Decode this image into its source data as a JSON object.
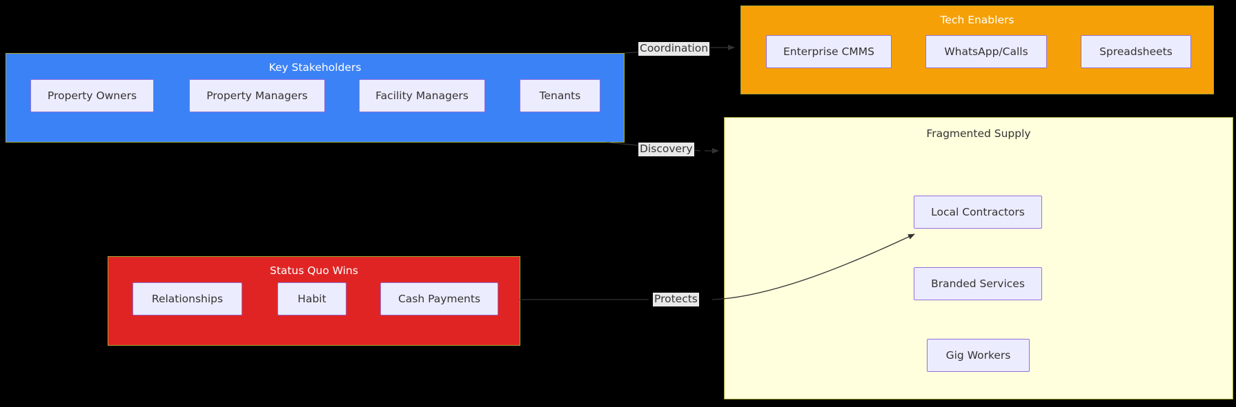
{
  "diagram": {
    "type": "flowchart",
    "background": "#000000",
    "clusters": [
      {
        "id": "stakeholders",
        "title": "Key Stakeholders",
        "fill": "#3b82f6",
        "border": "#aaaa33",
        "title_color": "#ffffff",
        "nodes": [
          {
            "id": "property-owners",
            "label": "Property Owners"
          },
          {
            "id": "property-managers",
            "label": "Property Managers"
          },
          {
            "id": "facility-managers",
            "label": "Facility Managers"
          },
          {
            "id": "tenants",
            "label": "Tenants"
          }
        ]
      },
      {
        "id": "tech",
        "title": "Tech Enablers",
        "fill": "#f5a007",
        "border": "#aaaa33",
        "title_color": "#ffffff",
        "nodes": [
          {
            "id": "enterprise-cmms",
            "label": "Enterprise CMMS"
          },
          {
            "id": "whatsapp-calls",
            "label": "WhatsApp/Calls"
          },
          {
            "id": "spreadsheets",
            "label": "Spreadsheets"
          }
        ]
      },
      {
        "id": "supply",
        "title": "Fragmented Supply",
        "fill": "#ffffdd",
        "border": "#aaaa33",
        "title_color": "#333333",
        "nodes": [
          {
            "id": "local-contractors",
            "label": "Local Contractors"
          },
          {
            "id": "branded-services",
            "label": "Branded Services"
          },
          {
            "id": "gig-workers",
            "label": "Gig Workers"
          }
        ]
      },
      {
        "id": "statusquo",
        "title": "Status Quo Wins",
        "fill": "#e02424",
        "border": "#aaaa33",
        "title_color": "#ffffff",
        "nodes": [
          {
            "id": "relationships",
            "label": "Relationships"
          },
          {
            "id": "habit",
            "label": "Habit"
          },
          {
            "id": "cash-payments",
            "label": "Cash Payments"
          }
        ]
      }
    ],
    "node_style": {
      "fill": "#ececff",
      "border": "#9370db",
      "text_color": "#333333"
    },
    "edges": [
      {
        "id": "coordination",
        "label": "Coordination",
        "from": "stakeholders",
        "to": "tech",
        "label_bg": "#e8e8e8",
        "stroke": "#333333",
        "arrow": true
      },
      {
        "id": "discovery",
        "label": "Discovery",
        "from": "stakeholders",
        "to": "supply",
        "label_bg": "#e8e8e8",
        "stroke": "#333333",
        "arrow": true
      },
      {
        "id": "protects",
        "label": "Protects",
        "from": "cash-payments",
        "to": "local-contractors",
        "label_bg": "#e8e8e8",
        "stroke": "#333333",
        "arrow": true
      }
    ]
  }
}
